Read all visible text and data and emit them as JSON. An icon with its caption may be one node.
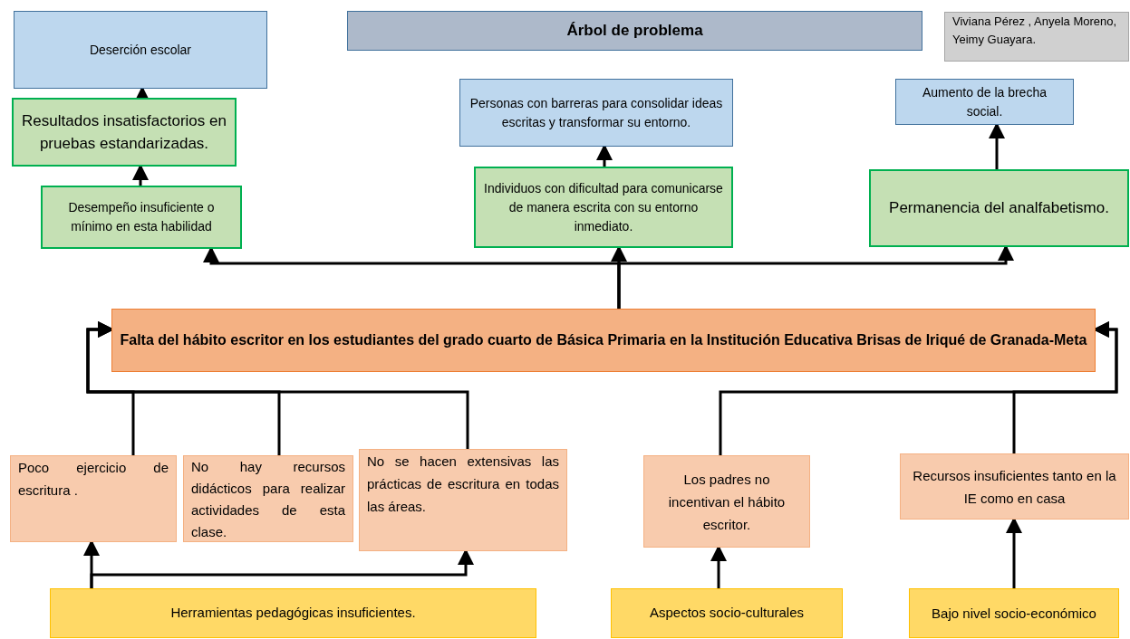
{
  "diagram": {
    "title": "Árbol de problema",
    "nodes": [
      {
        "text": [
          "Deserción escolar"
        ]
      },
      {
        "text": [
          "Resultados insatisfactorios en pruebas estandarizadas."
        ]
      },
      {
        "text": [
          "Desempeño insuficiente o mínimo en esta habilidad"
        ]
      },
      {
        "text": [
          "Personas con barreras para consolidar ideas escritas y transformar su entorno."
        ]
      },
      {
        "text": [
          "Individuos  con dificultad para comunicarse de manera escrita con su entorno  inmediato."
        ]
      },
      {
        "text": [
          "Aumento de la brecha social."
        ]
      },
      {
        "text": [
          "Permanencia del analfabetismo."
        ]
      },
      {
        "text": [
          "Viviana Pérez , Anyela Moreno, Yeimy  Guayara."
        ]
      },
      {
        "text": [
          "Falta  del hábito escritor  en  los estudiantes del grado cuarto de Básica Primaria en la Institución Educativa Brisas de Iriqué de Granada-Meta"
        ]
      },
      {
        "text": [
          "Poco ejercicio de escritura ."
        ]
      },
      {
        "text": [
          "No hay recursos didácticos para realizar actividades de esta clase."
        ]
      },
      {
        "text": [
          "No se hacen extensivas las prácticas de escritura en todas las áreas."
        ]
      },
      {
        "text": [
          "Los padres no incentivan el hábito escritor."
        ]
      },
      {
        "text": [
          "Recursos insuficientes tanto en la IE como en casa"
        ]
      },
      {
        "text": [
          "Herramientas pedagógicas insuficientes."
        ]
      },
      {
        "text": [
          "Aspectos socio-culturales"
        ]
      },
      {
        "text": [
          "Bajo nivel socio-económico"
        ]
      }
    ],
    "edges": [
      {
        "from": 1,
        "to": 0,
        "arrow": "to"
      },
      {
        "from": 2,
        "to": 1,
        "arrow": "to"
      },
      {
        "from": 4,
        "to": 3,
        "arrow": "to"
      },
      {
        "from": 6,
        "to": 5,
        "arrow": "to"
      },
      {
        "from": 8,
        "to": 2,
        "arrow": "to"
      },
      {
        "from": 8,
        "to": 4,
        "arrow": "to"
      },
      {
        "from": 8,
        "to": 6,
        "arrow": "to"
      },
      {
        "from": 9,
        "to": 8,
        "arrow": "to"
      },
      {
        "from": 10,
        "to": 8,
        "arrow": "to"
      },
      {
        "from": 11,
        "to": 8,
        "arrow": "to"
      },
      {
        "from": 12,
        "to": 8,
        "arrow": "to"
      },
      {
        "from": 13,
        "to": 8,
        "arrow": "to"
      },
      {
        "from": 14,
        "to": 9,
        "arrow": "to"
      },
      {
        "from": 14,
        "to": 11,
        "arrow": "to"
      },
      {
        "from": 15,
        "to": 12,
        "arrow": "to"
      },
      {
        "from": 16,
        "to": 13,
        "arrow": "to"
      }
    ]
  }
}
